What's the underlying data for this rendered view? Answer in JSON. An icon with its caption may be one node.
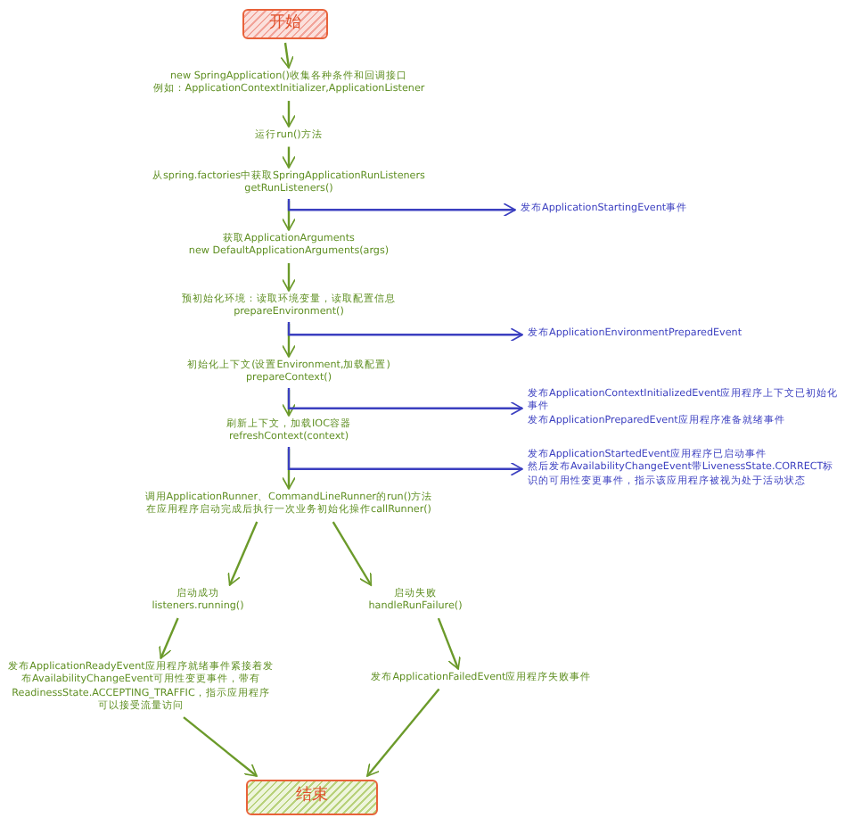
{
  "diagram": {
    "nodes": [
      {
        "text": [
          "开始"
        ]
      },
      {
        "text": [
          "new SpringApplication()收集各种条件和回调接口",
          "例如：ApplicationContextInitializer,ApplicationListener"
        ]
      },
      {
        "text": [
          "运行run()方法"
        ]
      },
      {
        "text": [
          "从spring.factories中获取SpringApplicationRunListeners",
          "getRunListeners()"
        ]
      },
      {
        "text": [
          "获取ApplicationArguments",
          "new DefaultApplicationArguments(args)"
        ]
      },
      {
        "text": [
          "预初始化环境：读取环境变量，读取配置信息",
          "prepareEnvironment()"
        ]
      },
      {
        "text": [
          "初始化上下文(设置Environment,加载配置)",
          "prepareContext()"
        ]
      },
      {
        "text": [
          "刷新上下文，加载IOC容器",
          "refreshContext(context)"
        ]
      },
      {
        "text": [
          "调用ApplicationRunner、CommandLineRunner的run()方法",
          "在应用程序启动完成后执行一次业务初始化操作callRunner()"
        ]
      },
      {
        "text": [
          "启动成功",
          "listeners.running()"
        ]
      },
      {
        "text": [
          "启动失败",
          "handleRunFailure()"
        ]
      },
      {
        "text": [
          "发布ApplicationReadyEvent应用程序就绪事件紧接着发布AvailabilityChangeEvent可用性变更事件，带有ReadinessState.ACCEPTING_TRAFFIC，指示应用程序可以接受流量访问"
        ]
      },
      {
        "text": [
          "发布ApplicationFailedEvent应用程序失败事件"
        ]
      },
      {
        "text": [
          "结束"
        ]
      },
      {
        "text": [
          "发布ApplicationStartingEvent事件"
        ]
      },
      {
        "text": [
          "发布ApplicationEnvironmentPreparedEvent"
        ]
      },
      {
        "text": [
          "发布ApplicationContextInitializedEvent应用程序上下文已初始化事件",
          "发布ApplicationPreparedEvent应用程序准备就绪事件"
        ]
      },
      {
        "text": [
          "发布ApplicationStartedEvent应用程序已启动事件",
          "然后发布AvailabilityChangeEvent带LivenessState.CORRECT标识的可用性变更事件，指示该应用程序被视为处于活动状态"
        ]
      }
    ],
    "edges": [
      {
        "from": 0,
        "to": 1,
        "arrow": "to"
      },
      {
        "from": 1,
        "to": 2,
        "arrow": "to"
      },
      {
        "from": 2,
        "to": 3,
        "arrow": "to"
      },
      {
        "from": 3,
        "to": 4,
        "arrow": "to"
      },
      {
        "from": 4,
        "to": 5,
        "arrow": "to"
      },
      {
        "from": 5,
        "to": 6,
        "arrow": "to"
      },
      {
        "from": 6,
        "to": 7,
        "arrow": "to"
      },
      {
        "from": 7,
        "to": 8,
        "arrow": "to"
      },
      {
        "from": 8,
        "to": 9,
        "arrow": "to"
      },
      {
        "from": 8,
        "to": 10,
        "arrow": "to"
      },
      {
        "from": 9,
        "to": 11,
        "arrow": "to"
      },
      {
        "from": 10,
        "to": 12,
        "arrow": "to"
      },
      {
        "from": 11,
        "to": 13,
        "arrow": "to"
      },
      {
        "from": 12,
        "to": 13,
        "arrow": "to"
      },
      {
        "from": 3,
        "to": 14,
        "arrow": "to",
        "color": "#3b3fc0"
      },
      {
        "from": 5,
        "to": 15,
        "arrow": "to",
        "color": "#3b3fc0"
      },
      {
        "from": 6,
        "to": 16,
        "arrow": "to",
        "color": "#3b3fc0"
      },
      {
        "from": 7,
        "to": 17,
        "arrow": "to",
        "color": "#3b3fc0"
      }
    ]
  }
}
